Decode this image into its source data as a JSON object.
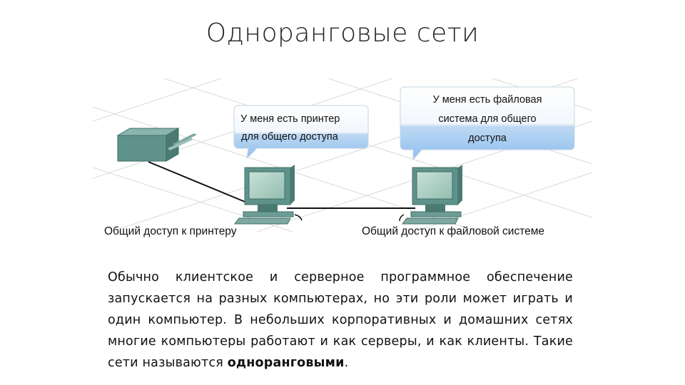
{
  "title": "Одноранговые сети",
  "diagram": {
    "bubble_printer": [
      "У меня есть принтер",
      "для общего доступа"
    ],
    "bubble_files": [
      "У меня есть файловая",
      "система для общего",
      "доступа"
    ],
    "caption_left": "Общий доступ к принтеру",
    "caption_right": "Общий доступ к файловой системе"
  },
  "body": {
    "text": "Обычно клиентское и серверное программное обеспечение запускается на разных компьютерах, но эти роли может играть и один компьютер. В небольших корпоративных и домашних сетях многие компьютеры работают и как серверы, и как клиенты. Такие сети называются ",
    "emphasis": "одноранговыми",
    "end": "."
  }
}
